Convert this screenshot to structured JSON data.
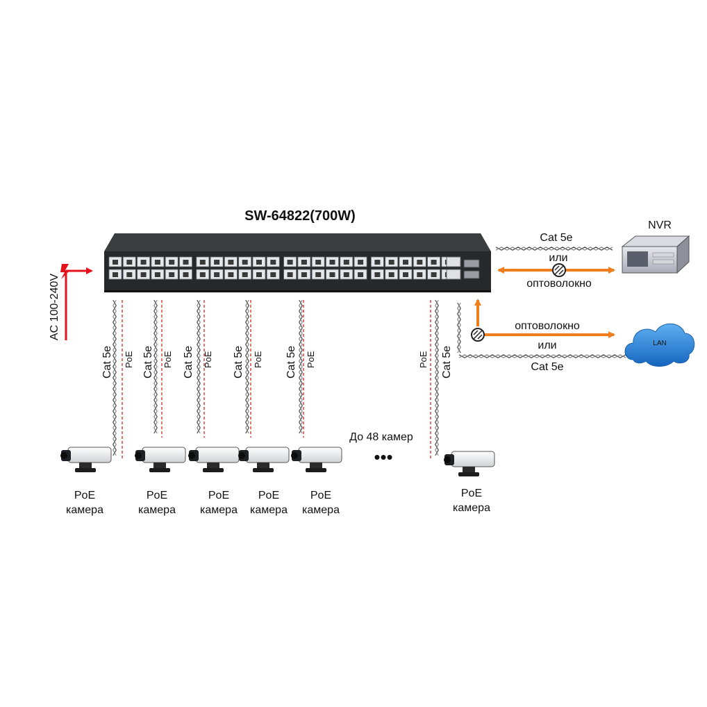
{
  "switch": {
    "model": "SW-64822(700W)"
  },
  "power": {
    "label": "AC 100-240V"
  },
  "nvr": {
    "label": "NVR",
    "cable_label": "Cat 5e",
    "or_label": "или",
    "fiber_label": "оптоволокно"
  },
  "lan": {
    "cloud_label": "LAN",
    "fiber_label": "оптоволокно",
    "or_label": "или",
    "cable_label": "Cat 5e"
  },
  "drops": {
    "cable_label": "Cat 5e",
    "poe_label": "PoE"
  },
  "cameras": {
    "line1": "PoE",
    "line2": "камера"
  },
  "more": {
    "caption": "До 48 камер",
    "ellipsis": "•••"
  },
  "colors": {
    "orange": "#f07d1e",
    "red": "#e3121b",
    "poe_dash": "#d9251c",
    "switch_body": "#2b2d30",
    "cloud": "#1f7fd6"
  },
  "icons": [
    "lightning-icon",
    "fiber-converter-icon",
    "camera-icon",
    "server-icon",
    "cloud-icon"
  ]
}
